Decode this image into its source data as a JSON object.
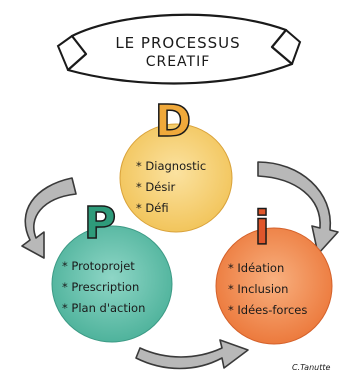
{
  "banner": {
    "line1": "LE PROCESSUS",
    "line2": "CREATIF"
  },
  "circles": [
    {
      "letter": "D",
      "color": "#f2c55c",
      "letter_color": "#f0a93b",
      "items": [
        "* Diagnostic",
        "* Désir",
        "* Défi"
      ]
    },
    {
      "letter": "P",
      "color": "#5fbfaa",
      "letter_color": "#2e9b7a",
      "items": [
        "* Protoprojet",
        "* Prescription",
        "* Plan d'action"
      ]
    },
    {
      "letter": "i",
      "color": "#f08a4b",
      "letter_color": "#e0562b",
      "items": [
        "* Idéation",
        "* Inclusion",
        "* Idées-forces"
      ]
    }
  ],
  "arrows": {
    "color": "#b3b3b3",
    "names": [
      "left-curved-arrow",
      "right-curved-arrow",
      "bottom-curved-arrow"
    ]
  },
  "signature": "C.Tanutte"
}
